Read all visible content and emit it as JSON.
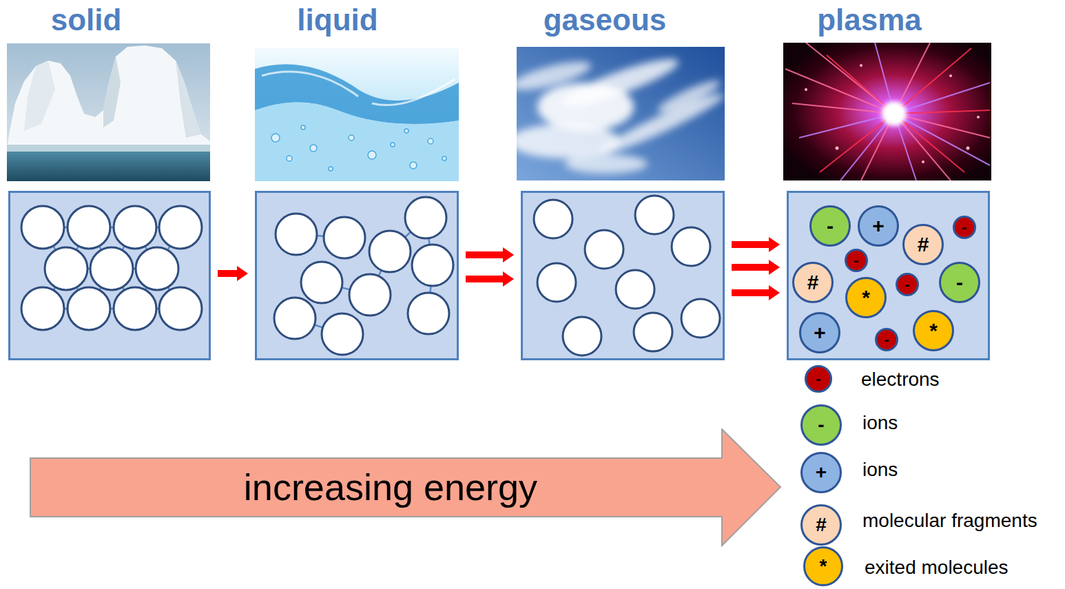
{
  "diagram": {
    "nodes": [
      {
        "text": [
          "solid"
        ]
      },
      {
        "text": [
          "liquid"
        ]
      },
      {
        "text": [
          "gaseous"
        ]
      },
      {
        "text": [
          "plasma"
        ]
      },
      {
        "text": [
          "-"
        ],
        "in": 3
      },
      {
        "text": [
          "+"
        ],
        "in": 3
      },
      {
        "text": [
          "-"
        ],
        "in": 3
      },
      {
        "text": [
          "#"
        ],
        "in": 3
      },
      {
        "text": [
          "-"
        ],
        "in": 3
      },
      {
        "text": [
          "-"
        ],
        "in": 3
      },
      {
        "text": [
          "#"
        ],
        "in": 3
      },
      {
        "text": [
          "-"
        ],
        "in": 3
      },
      {
        "text": [
          "*"
        ],
        "in": 3
      },
      {
        "text": [
          "*"
        ],
        "in": 3
      },
      {
        "text": [
          "+"
        ],
        "in": 3
      },
      {
        "text": [
          "-"
        ],
        "in": 3
      },
      {
        "text": [
          "increasing energy"
        ]
      }
    ],
    "edges": [
      {
        "from": 0,
        "to": 1,
        "arrow": "to"
      },
      {
        "from": 1,
        "to": 2,
        "arrow": "to"
      },
      {
        "from": 1,
        "to": 2,
        "arrow": "to"
      },
      {
        "from": 2,
        "to": 3,
        "arrow": "to"
      },
      {
        "from": 2,
        "to": 3,
        "arrow": "to"
      },
      {
        "from": 2,
        "to": 3,
        "arrow": "to"
      }
    ],
    "labels": [
      "-",
      "-",
      "+",
      "#",
      "*"
    ],
    "legend": [
      {
        "text": "electrons",
        "color": "#c00000"
      },
      {
        "text": "ions",
        "color": "#92d050"
      },
      {
        "text": "ions",
        "color": "#8eb4e3"
      },
      {
        "text": "molecular fragments",
        "color": "#fbd5b5"
      },
      {
        "text": "exited molecules",
        "color": "#ffc000"
      }
    ]
  }
}
